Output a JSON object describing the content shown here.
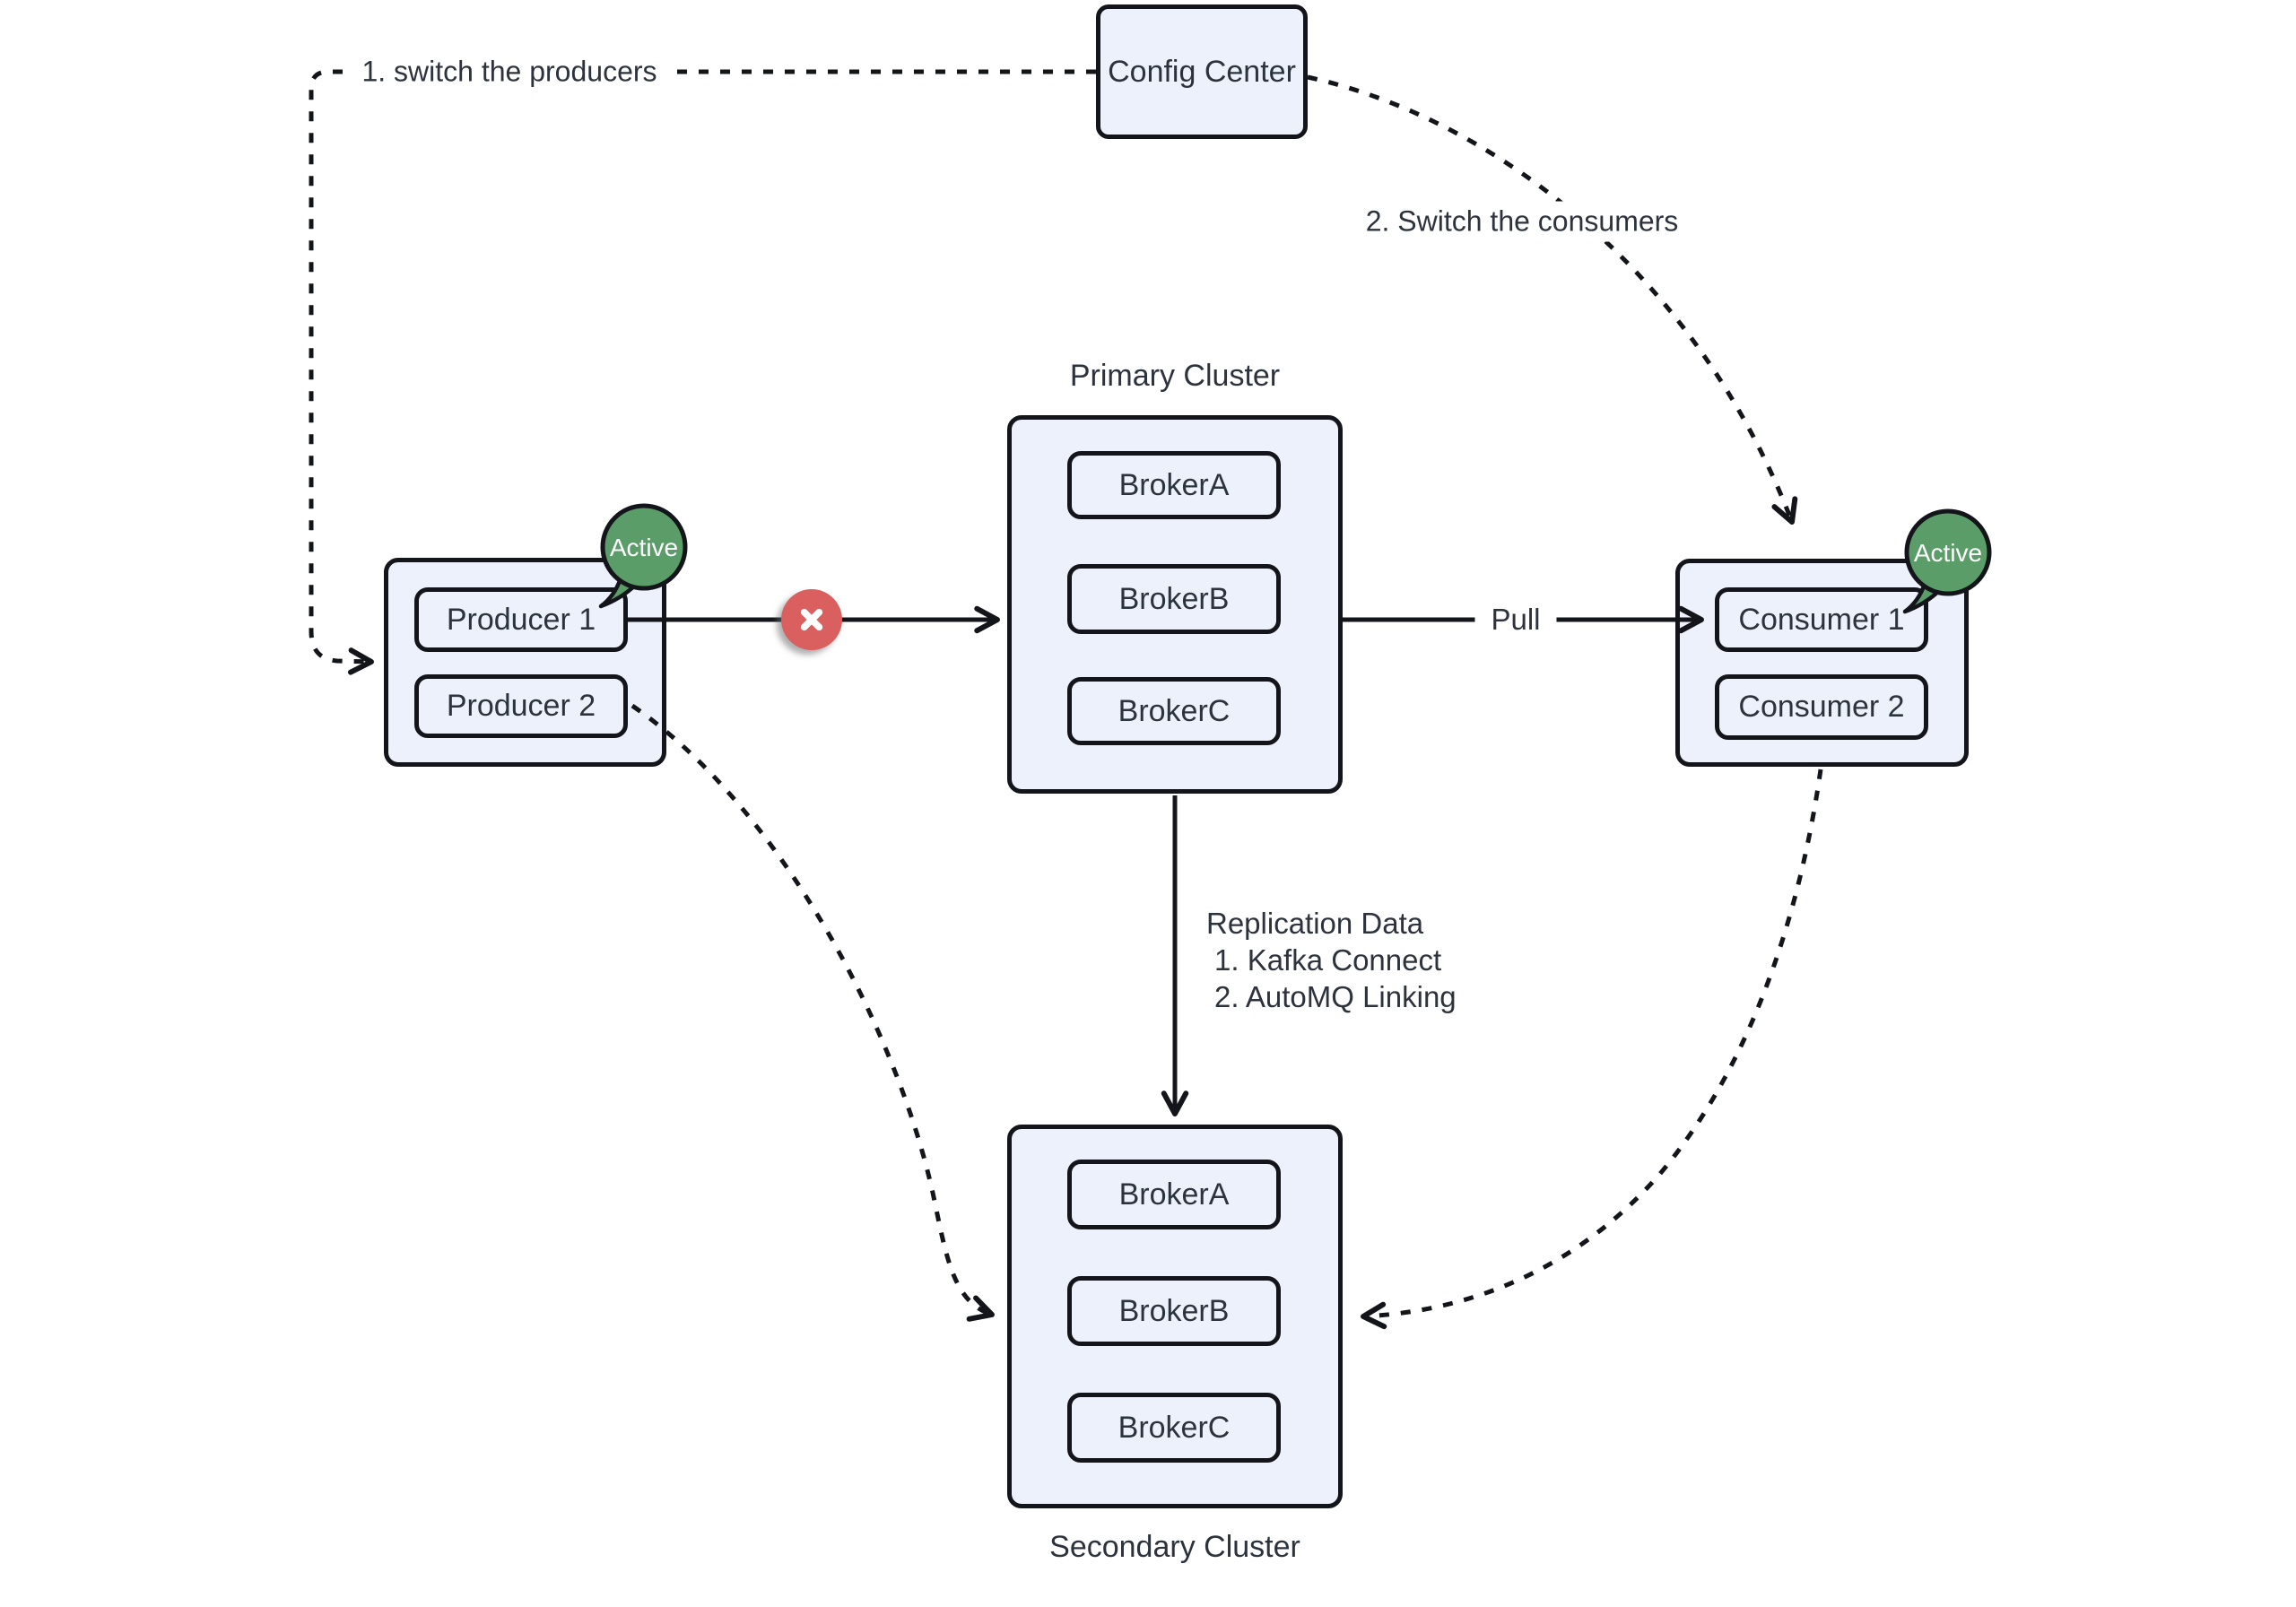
{
  "diagram": {
    "config_center": {
      "label": "Config Center"
    },
    "producers": {
      "badge": "Active",
      "items": [
        "Producer 1",
        "Producer 2"
      ]
    },
    "consumers": {
      "badge": "Active",
      "items": [
        "Consumer 1",
        "Consumer 2"
      ]
    },
    "primary_cluster": {
      "title": "Primary Cluster",
      "brokers": [
        "BrokerA",
        "BrokerB",
        "BrokerC"
      ]
    },
    "secondary_cluster": {
      "title": "Secondary Cluster",
      "brokers": [
        "BrokerA",
        "BrokerB",
        "BrokerC"
      ]
    },
    "edges": {
      "switch_producers": "1. switch the producers",
      "switch_consumers": "2. Switch the consumers",
      "pull": "Pull",
      "replication_title": "Replication Data",
      "replication_option_1": "1. Kafka Connect",
      "replication_option_2": "2. AutoMQ Linking"
    },
    "colors": {
      "node_fill": "#edf1fb",
      "node_border": "#13151a",
      "active_green": "#5b9d68",
      "error_red": "#d9605f",
      "text": "#2d333d",
      "background": "#ffffff"
    }
  }
}
